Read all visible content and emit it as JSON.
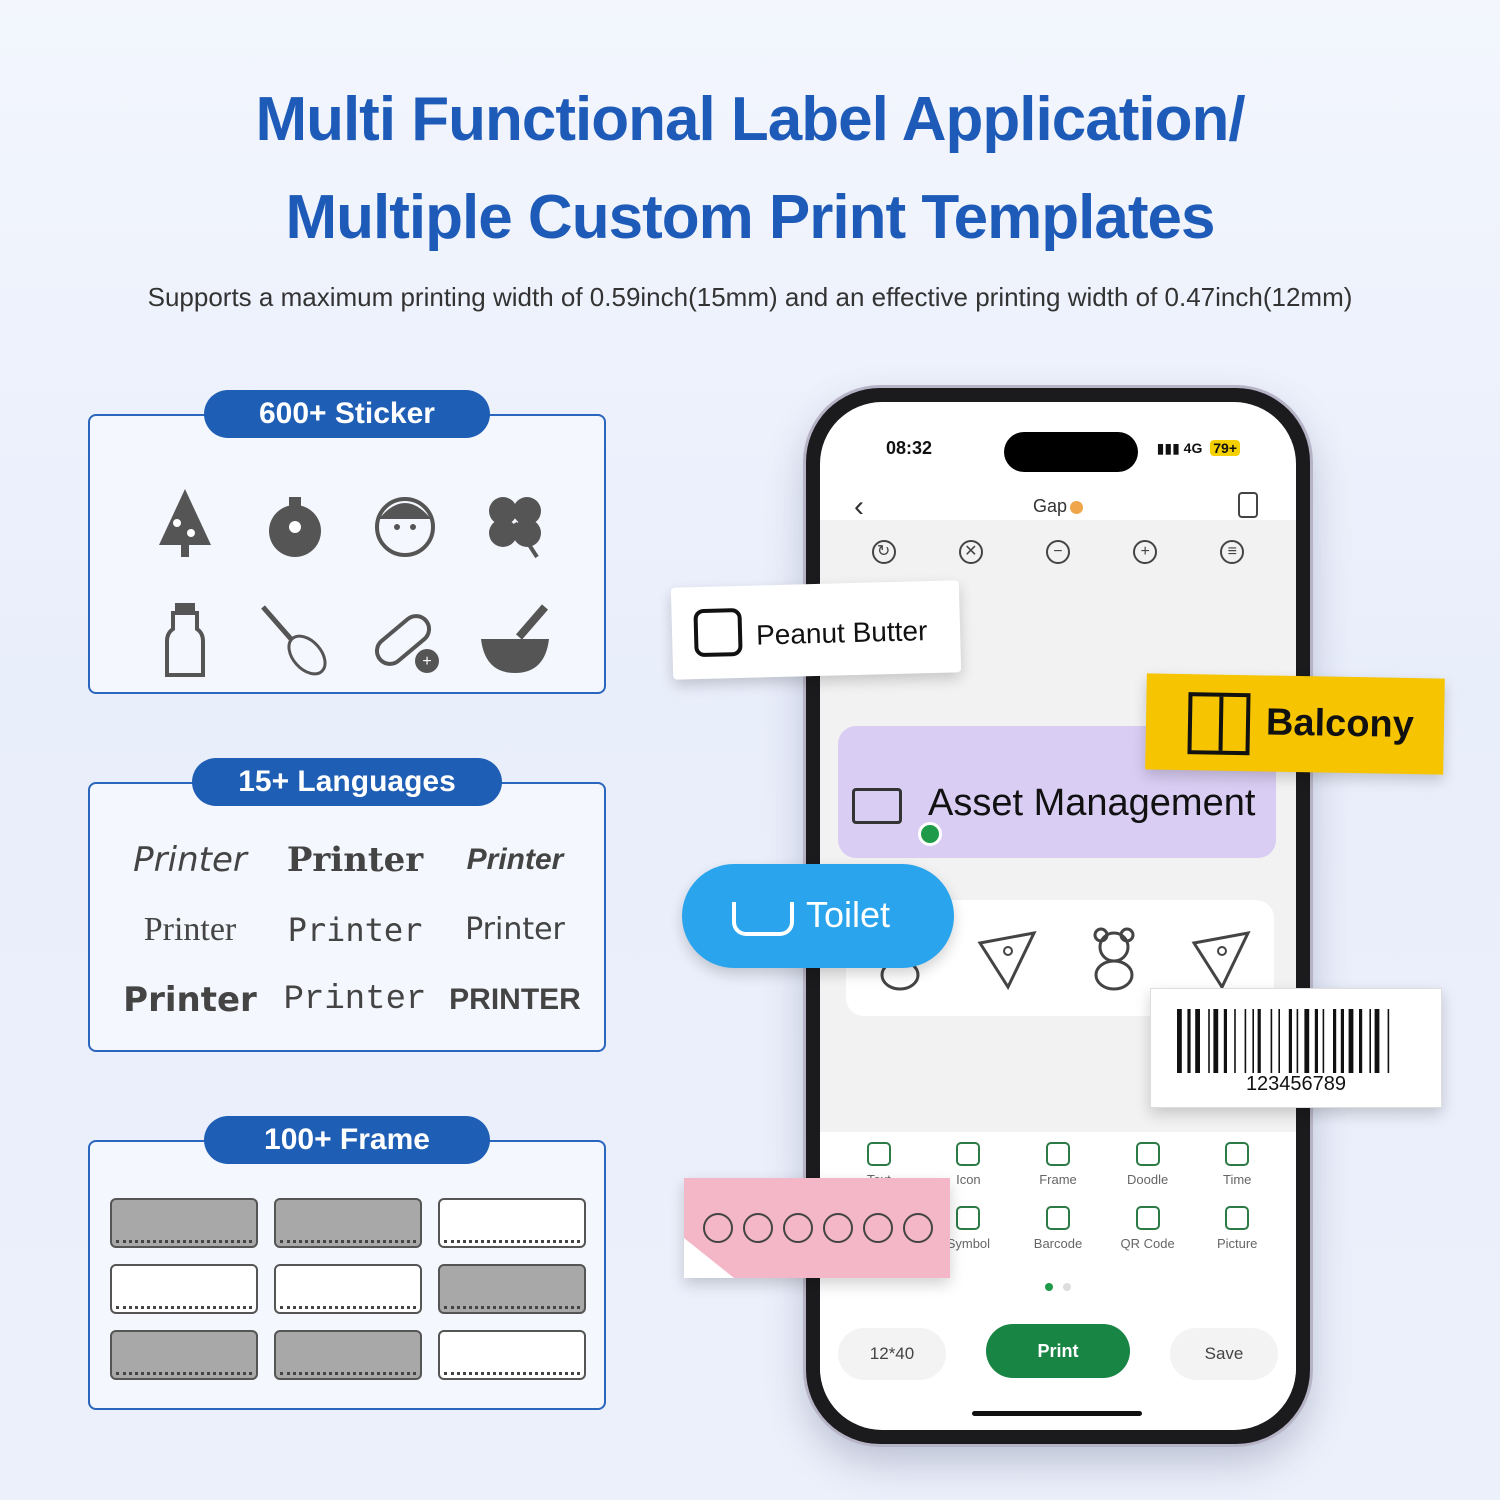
{
  "header": {
    "title_line1": "Multi Functional Label Application/",
    "title_line2": "Multiple Custom Print Templates",
    "subtitle": "Supports a maximum printing width of 0.59inch(15mm) and an effective printing width of 0.47inch(12mm)"
  },
  "panels": {
    "stickers": {
      "label": "600+ Sticker",
      "icons": [
        "christmas-tree-icon",
        "ornament-icon",
        "santa-icon",
        "clover-icon",
        "bottle-icon",
        "whisk-icon",
        "pill-icon",
        "mortar-icon"
      ]
    },
    "languages": {
      "label": "15+ Languages",
      "samples": [
        "Printer",
        "Printer",
        "Printer",
        "Printer",
        "Printer",
        "Printer",
        "Printer",
        "Printer",
        "PRINTER"
      ]
    },
    "frames": {
      "label": "100+ Frame"
    }
  },
  "phone": {
    "status": {
      "time": "08:32",
      "network": "4G",
      "battery": "79+"
    },
    "nav": {
      "title": "Gap"
    },
    "label_text": "Asset Management",
    "functions": [
      {
        "label": "Text",
        "icon": "text-icon"
      },
      {
        "label": "Icon",
        "icon": "icon-icon"
      },
      {
        "label": "Frame",
        "icon": "frame-icon"
      },
      {
        "label": "Doodle",
        "icon": "doodle-icon"
      },
      {
        "label": "Time",
        "icon": "clock-icon"
      },
      {
        "label": "Symbol",
        "icon": "symbol-icon"
      },
      {
        "label": "Symbol",
        "icon": "symbol-icon"
      },
      {
        "label": "Barcode",
        "icon": "barcode-icon"
      },
      {
        "label": "QR Code",
        "icon": "qr-code-icon"
      },
      {
        "label": "Picture",
        "icon": "picture-icon"
      }
    ],
    "buttons": {
      "size": "12*40",
      "print": "Print",
      "save": "Save"
    }
  },
  "floating_labels": {
    "peanut": "Peanut Butter",
    "balcony": "Balcony",
    "toilet": "Toilet",
    "barcode_number": "123456789"
  },
  "colors": {
    "accent": "#1e5bb8",
    "print_button": "#198544",
    "toilet_label": "#2aa4ec",
    "balcony_label": "#f6c400"
  }
}
